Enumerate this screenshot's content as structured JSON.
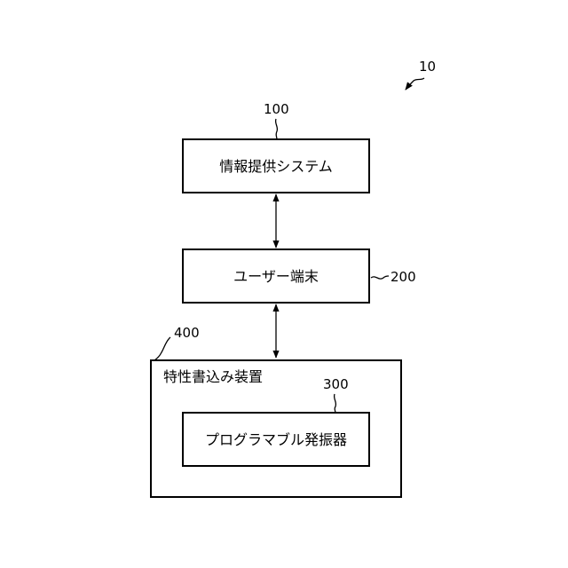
{
  "figure_ref": "10",
  "blocks": {
    "info_system": {
      "ref": "100",
      "label": "情報提供システム"
    },
    "user_terminal": {
      "ref": "200",
      "label": "ユーザー端末"
    },
    "writer_device": {
      "ref": "400",
      "label": "特性書込み装置"
    },
    "oscillator": {
      "ref": "300",
      "label": "プログラマブル発振器"
    }
  }
}
